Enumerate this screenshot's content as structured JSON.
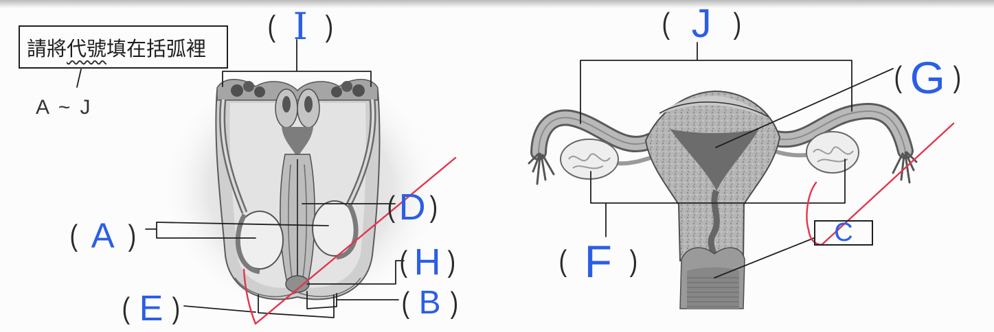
{
  "colors": {
    "ink": "#1f1f1f",
    "handwriting": "#2b5fe3",
    "correction": "#e4344e"
  },
  "instruction_box": {
    "text_before": "請將",
    "text_underlined": "代號",
    "text_after": "填在括弧裡",
    "note": "A ~ J"
  },
  "brackets": {
    "open": "(",
    "close": ")"
  },
  "male_diagram": {
    "labels": {
      "I": "I",
      "A": "A",
      "D": "D",
      "H": "H",
      "E": "E",
      "B": "B"
    }
  },
  "female_diagram": {
    "labels": {
      "J": "J",
      "G": "G",
      "F": "F"
    },
    "boxed_label": "C"
  }
}
